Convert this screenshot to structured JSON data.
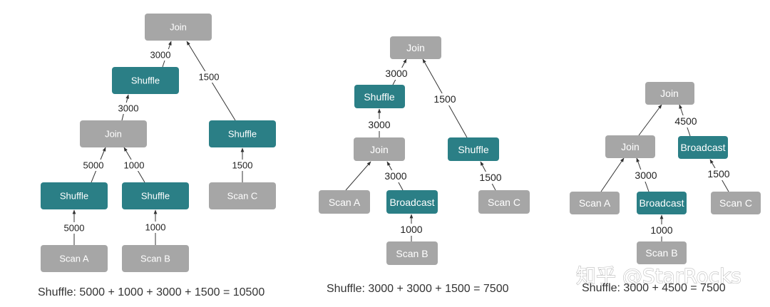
{
  "colors": {
    "gray": "#a6a6a6",
    "teal": "#2b7f86",
    "line": "#333333"
  },
  "diagram1": {
    "nodes": {
      "join_top": "Join",
      "shuffle_left": "Shuffle",
      "join_mid": "Join",
      "shuffle_right": "Shuffle",
      "shuffle_a": "Shuffle",
      "shuffle_b": "Shuffle",
      "scan_c": "Scan C",
      "scan_a": "Scan A",
      "scan_b": "Scan B"
    },
    "edges": {
      "shuffle_left_to_join_top": "3000",
      "scan_c_branch_to_join_top": "1500",
      "join_mid_to_shuffle_left": "3000",
      "shuffle_a_to_join_mid": "5000",
      "shuffle_b_to_join_mid": "1000",
      "scan_c_to_shuffle_right": "1500",
      "scan_a_to_shuffle_a": "5000",
      "scan_b_to_shuffle_b": "1000"
    },
    "caption": "Shuffle: 5000 + 1000 + 3000 + 1500 = 10500"
  },
  "diagram2": {
    "nodes": {
      "join_top": "Join",
      "shuffle_left": "Shuffle",
      "join_mid": "Join",
      "shuffle_right": "Shuffle",
      "scan_a": "Scan A",
      "broadcast": "Broadcast",
      "scan_c": "Scan C",
      "scan_b": "Scan B"
    },
    "edges": {
      "shuffle_left_to_join_top": "3000",
      "shuffle_right_to_join_top": "1500",
      "join_mid_to_shuffle_left": "3000",
      "broadcast_to_join_mid": "3000",
      "scan_c_to_shuffle_right": "1500",
      "scan_b_to_broadcast": "1000"
    },
    "caption": "Shuffle: 3000 + 3000 + 1500 = 7500"
  },
  "diagram3": {
    "nodes": {
      "join_top": "Join",
      "join_mid": "Join",
      "broadcast_right": "Broadcast",
      "scan_a": "Scan A",
      "broadcast_mid": "Broadcast",
      "scan_c": "Scan C",
      "scan_b": "Scan B"
    },
    "edges": {
      "broadcast_right_to_join_top": "4500",
      "broadcast_mid_to_join_mid": "3000",
      "scan_c_to_broadcast_right": "1500",
      "scan_b_to_broadcast_mid": "1000"
    },
    "caption": "Shuffle: 3000 + 4500 = 7500"
  },
  "watermark": "知乎 @StarRocks"
}
